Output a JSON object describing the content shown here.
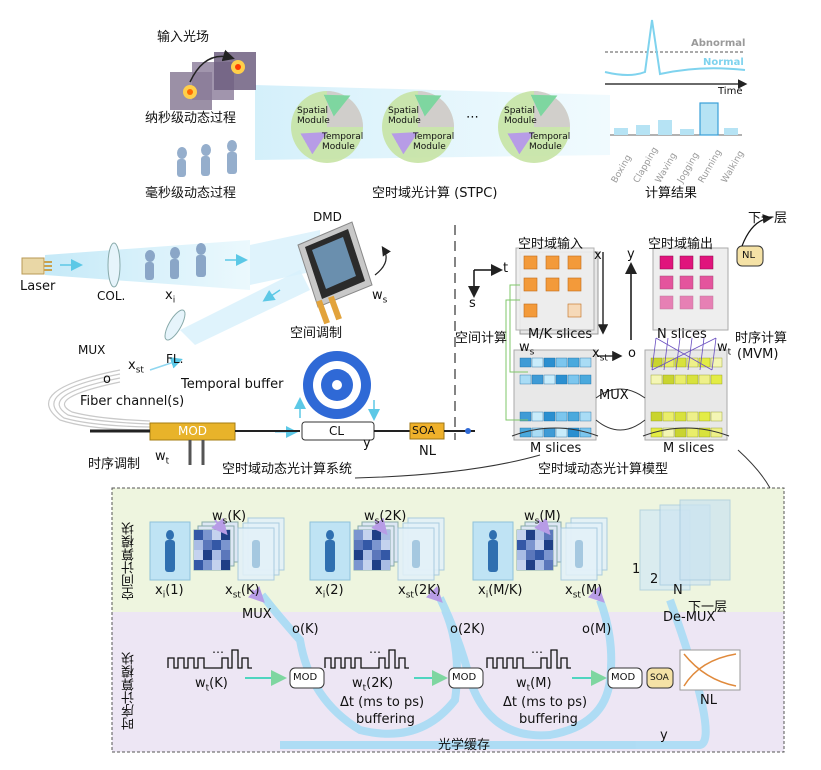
{
  "top": {
    "input_field": "输入光场",
    "ns_process": "纳秒级动态过程",
    "ms_process": "毫秒级动态过程",
    "module_spatial": "Spatial Module",
    "module_temporal": "Temporal Module",
    "ellipsis": "⋯",
    "stpc_title": "空时域光计算 (STPC)",
    "result_title": "计算结果",
    "abnormal": "Abnormal",
    "normal": "Normal",
    "time": "Time",
    "bar_categories": [
      "Boxing",
      "Clapping",
      "Waving",
      "Jogging",
      "Running",
      "Walking"
    ]
  },
  "system": {
    "laser": "Laser",
    "col": "COL.",
    "xi": "x",
    "xi_sub": "i",
    "dmd": "DMD",
    "ws": "w",
    "ws_sub": "s",
    "spatial_mod": "空间调制",
    "fl": "FL.",
    "mux": "MUX",
    "xst": "x",
    "xst_sub": "st",
    "o": "o",
    "fiber": "Fiber channel(s)",
    "temporal_buffer": "Temporal buffer",
    "mod": "MOD",
    "cl": "CL",
    "y": "y",
    "soa": "SOA",
    "nl": "NL",
    "temporal_mod": "时序调制",
    "wt": "w",
    "wt_sub": "t",
    "system_title": "空时域动态光计算系统"
  },
  "model": {
    "next_layer": "下一层",
    "nl": "NL",
    "st_input": "空时域输入",
    "st_output": "空时域输出",
    "xi": "x",
    "xi_sub": "i",
    "t": "t",
    "s": "s",
    "y": "y",
    "spatial_compute": "空间计算",
    "mk_slices": "M/K slices",
    "n_slices": "N slices",
    "temporal_compute": "时序计算",
    "mvm": "(MVM)",
    "ws": "w",
    "ws_sub": "s",
    "xst": "x",
    "xst_sub": "st",
    "o": "o",
    "wt": "w",
    "wt_sub": "t",
    "mux": "MUX",
    "m_slices_left": "M slices",
    "m_slices_right": "M slices",
    "model_title": "空时域动态光计算模型"
  },
  "bottom": {
    "spatial_block": "空间计算模块",
    "temporal_block": "时序计算模块",
    "ws_k": "(K)",
    "ws_2k": "(2K)",
    "ws_m": "(M)",
    "xi_1": "(1)",
    "xst_k": "(K)",
    "xi_2": "(2)",
    "xst_2k": "(2K)",
    "xi_mk": "(M/K)",
    "xst_m": "(M)",
    "mux": "MUX",
    "o_k": "o(K)",
    "o_2k": "o(2K)",
    "o_m": "o(M)",
    "wt_k": "(K)",
    "wt_2k": "(2K)",
    "wt_m": "(M)",
    "mod": "MOD",
    "soa": "SOA",
    "nl": "NL",
    "dt": "Δt (ms to ps)",
    "buffering": "buffering",
    "y": "y",
    "optical_buffer": "光学缓存",
    "n1": "1",
    "n2": "2",
    "nN": "N",
    "next_layer": "下一层",
    "demux": "De-MUX"
  },
  "colors": {
    "spatial_bg": "#eef5df",
    "temporal_bg": "#ede6f4",
    "fiber_blue": "#a8dcf5",
    "orange": "#f39a3a",
    "magenta": "#e0147c",
    "yellow": "#e3ec45",
    "cyan_cell": "#4aa9dd",
    "green_circle": "#c7e3a4",
    "mod_gold": "#e8b32a",
    "soa_gold": "#efb12b"
  }
}
